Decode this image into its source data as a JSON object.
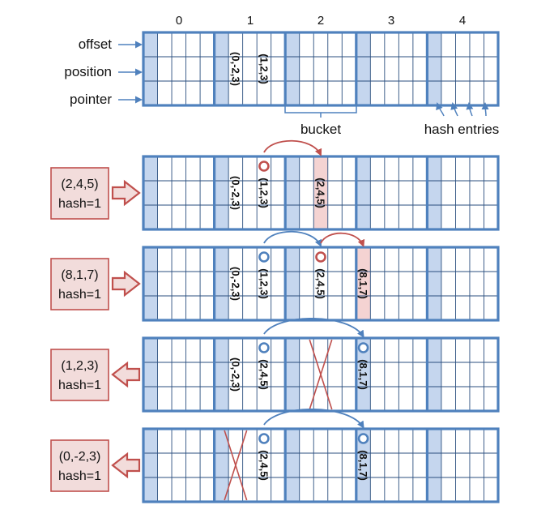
{
  "header": {
    "bucket_numbers": [
      "0",
      "1",
      "2",
      "3",
      "4"
    ],
    "row_labels": [
      "offset",
      "position",
      "pointer"
    ],
    "bucket_label": "bucket",
    "hash_entries_label": "hash entries"
  },
  "top_table": {
    "entries": [
      {
        "bucket": 1,
        "slot": 1,
        "text": "(0,-2,3)"
      },
      {
        "bucket": 1,
        "slot": 3,
        "text": "(1,2,3)"
      }
    ]
  },
  "steps": [
    {
      "op_line1": "(2,4,5)",
      "op_line2": "hash=1",
      "direction": "insert",
      "entries": [
        {
          "bucket": 1,
          "slot": 1,
          "text": "(0,-2,3)"
        },
        {
          "bucket": 1,
          "slot": 3,
          "text": "(1,2,3)"
        },
        {
          "bucket": 2,
          "slot": 2,
          "text": "(2,4,5)",
          "highlight": true
        }
      ],
      "crosses": [],
      "circles": [
        {
          "bucket": 1,
          "slot": 3,
          "color": "red"
        }
      ],
      "arcs": [
        {
          "from": [
            1,
            3
          ],
          "to": [
            2,
            2
          ],
          "color": "red"
        }
      ]
    },
    {
      "op_line1": "(8,1,7)",
      "op_line2": "hash=1",
      "direction": "insert",
      "entries": [
        {
          "bucket": 1,
          "slot": 1,
          "text": "(0,-2,3)"
        },
        {
          "bucket": 1,
          "slot": 3,
          "text": "(1,2,3)"
        },
        {
          "bucket": 2,
          "slot": 2,
          "text": "(2,4,5)"
        },
        {
          "bucket": 3,
          "slot": 0,
          "text": "(8,1,7)",
          "highlight": true
        }
      ],
      "crosses": [],
      "circles": [
        {
          "bucket": 1,
          "slot": 3,
          "color": "blue"
        },
        {
          "bucket": 2,
          "slot": 2,
          "color": "red"
        }
      ],
      "arcs": [
        {
          "from": [
            1,
            3
          ],
          "to": [
            2,
            2
          ],
          "color": "blue"
        },
        {
          "from": [
            2,
            2
          ],
          "to": [
            3,
            0
          ],
          "color": "red"
        }
      ]
    },
    {
      "op_line1": "(1,2,3)",
      "op_line2": "hash=1",
      "direction": "delete",
      "entries": [
        {
          "bucket": 1,
          "slot": 1,
          "text": "(0,-2,3)"
        },
        {
          "bucket": 1,
          "slot": 3,
          "text": "(2,4,5)"
        },
        {
          "bucket": 3,
          "slot": 0,
          "text": "(8,1,7)"
        }
      ],
      "crosses": [
        {
          "bucket": 2,
          "slot": 2
        }
      ],
      "circles": [
        {
          "bucket": 1,
          "slot": 3,
          "color": "blue"
        },
        {
          "bucket": 3,
          "slot": 0,
          "color": "blue"
        }
      ],
      "arcs": [
        {
          "from": [
            1,
            3
          ],
          "to": [
            3,
            0
          ],
          "color": "blue"
        }
      ]
    },
    {
      "op_line1": "(0,-2,3)",
      "op_line2": "hash=1",
      "direction": "delete",
      "entries": [
        {
          "bucket": 1,
          "slot": 3,
          "text": "(2,4,5)"
        },
        {
          "bucket": 3,
          "slot": 0,
          "text": "(8,1,7)"
        }
      ],
      "crosses": [
        {
          "bucket": 1,
          "slot": 1
        }
      ],
      "circles": [
        {
          "bucket": 1,
          "slot": 3,
          "color": "blue"
        },
        {
          "bucket": 3,
          "slot": 0,
          "color": "blue"
        }
      ],
      "arcs": [
        {
          "from": [
            1,
            3
          ],
          "to": [
            3,
            0
          ],
          "color": "blue"
        }
      ]
    }
  ],
  "colors": {
    "grid_border": "#4f81bd",
    "grid_line": "#2b4f7f",
    "bucket_shade": "#c5d6ee",
    "red": "#c0504d",
    "blue": "#4f81bd",
    "op_box_fill": "#f2dcdb",
    "highlight_fill": "#f4d3d2",
    "text": "#111111"
  }
}
